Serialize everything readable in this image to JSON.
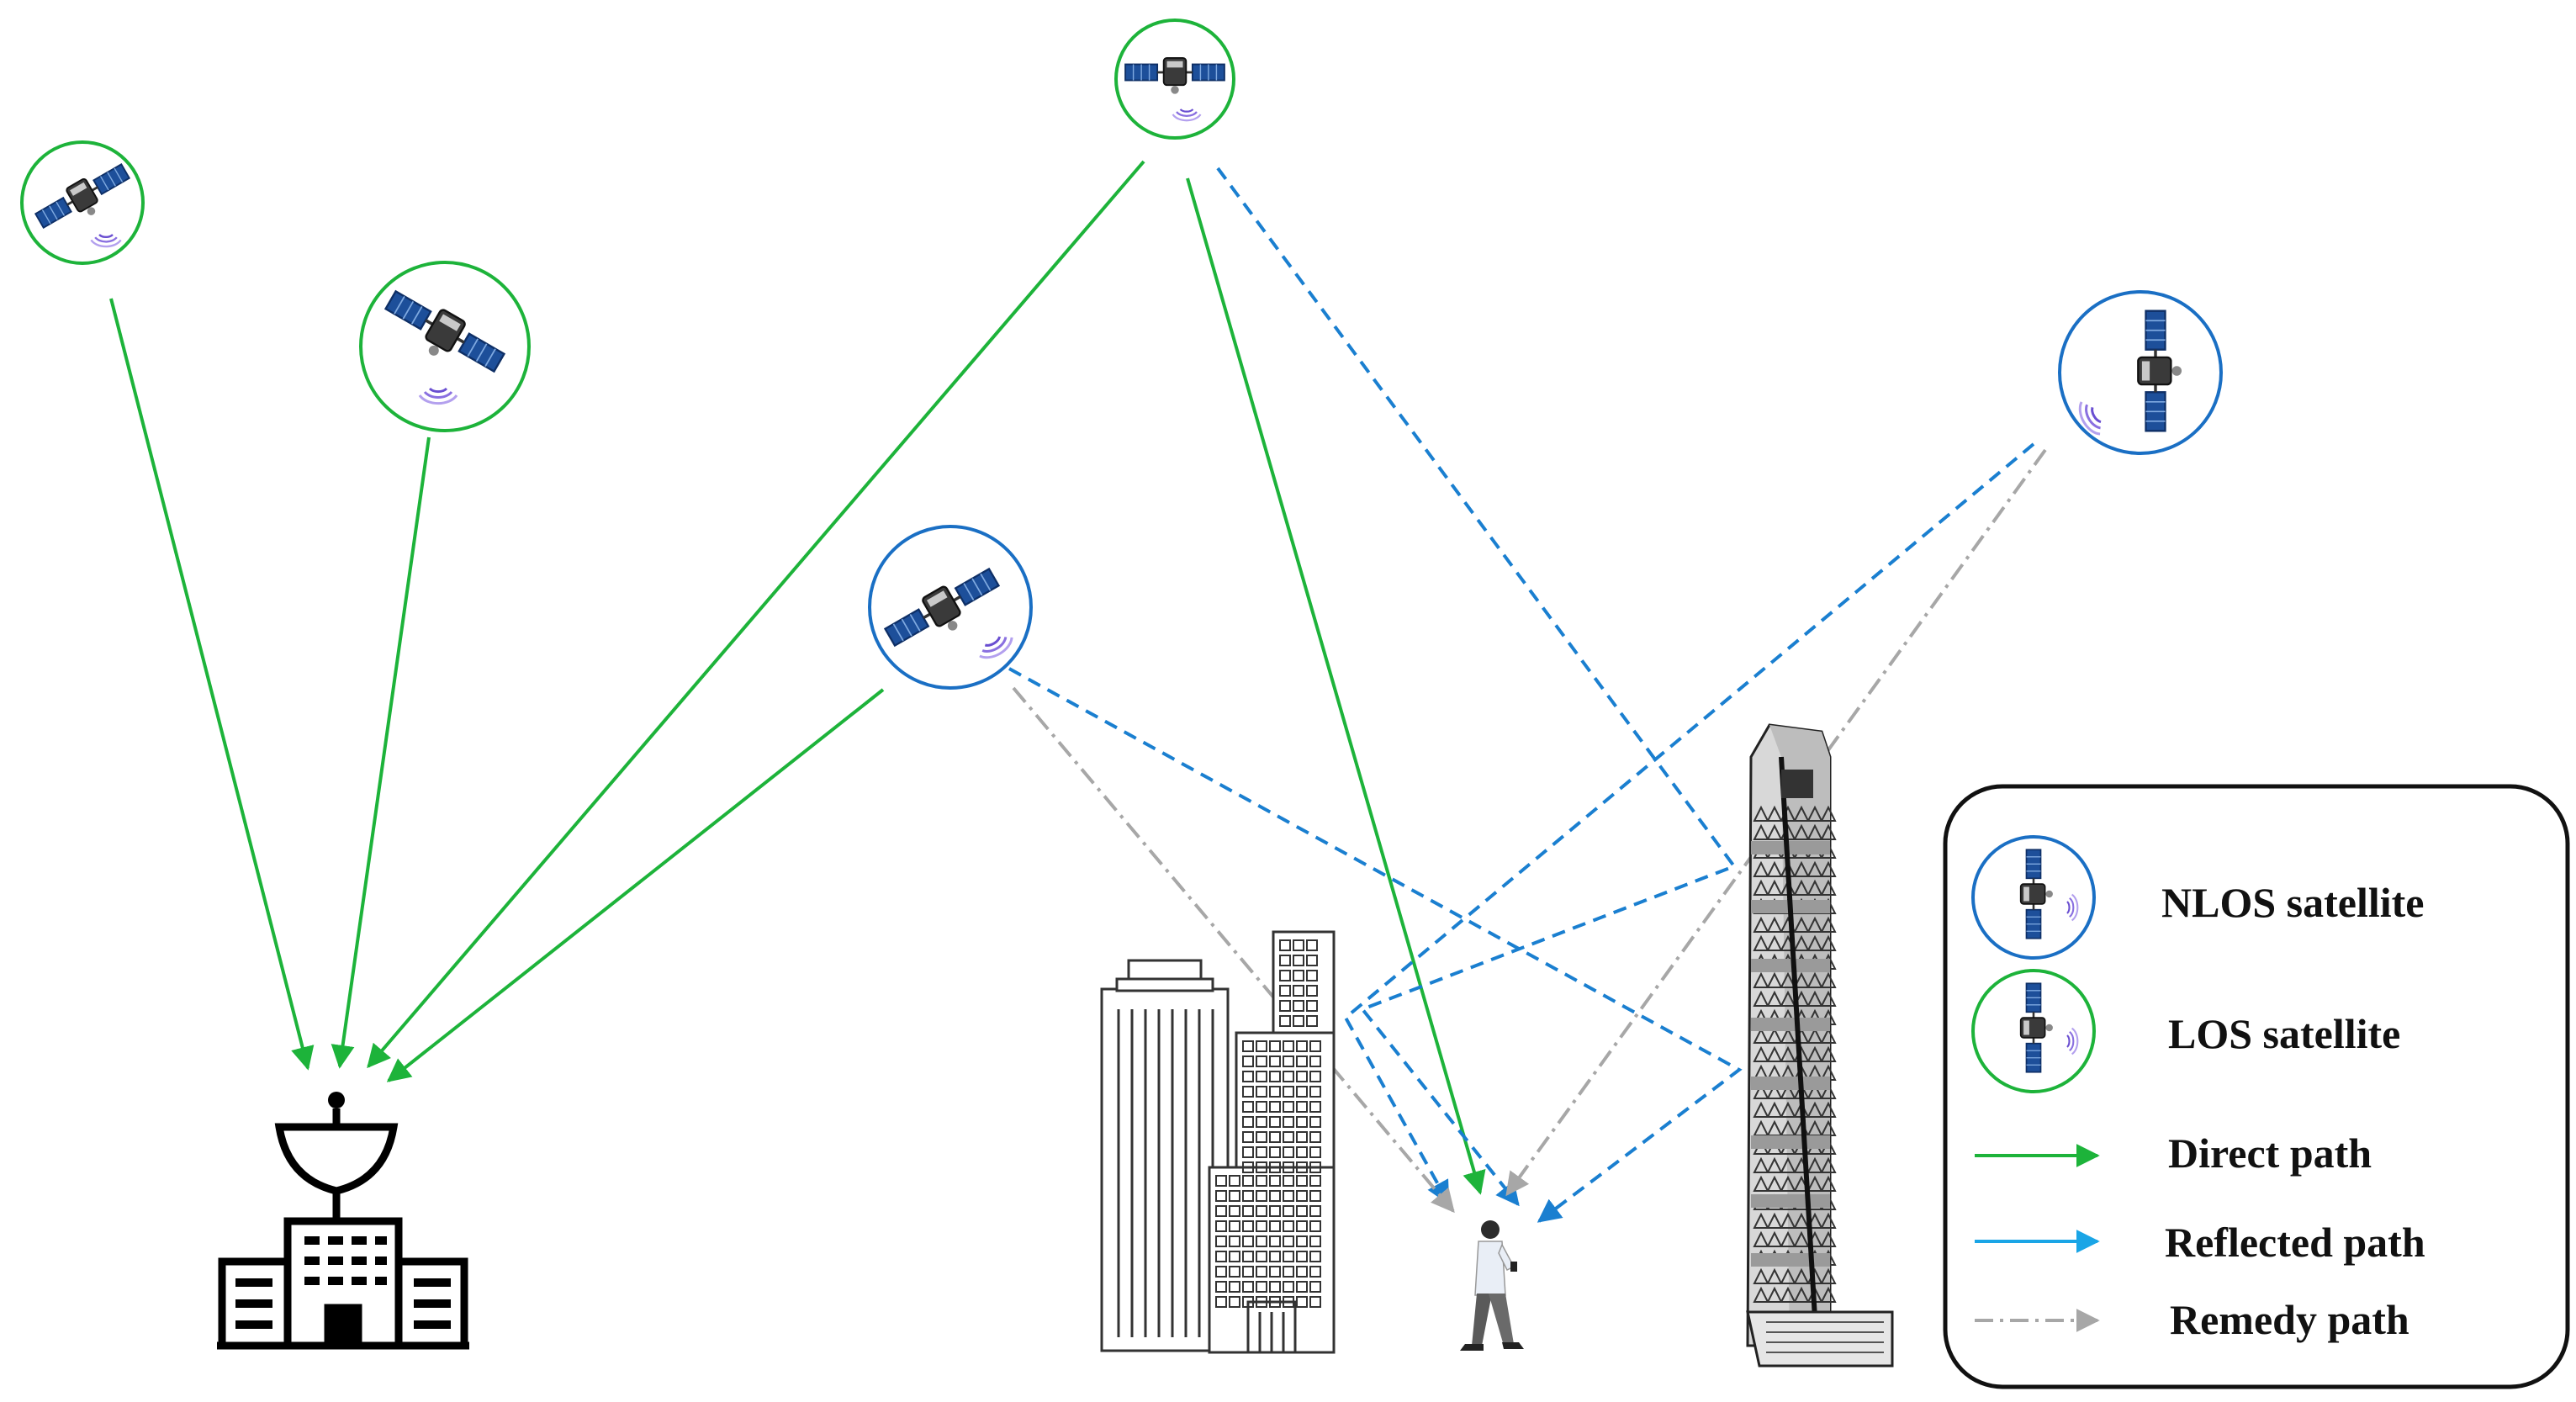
{
  "colors": {
    "los": "#1db33a",
    "nlos": "#1a6fc4",
    "direct": "#1db33a",
    "reflected": "#1a7fd0",
    "reflected_legend": "#1aa5e6",
    "remedy": "#a7a7a7",
    "building": "#222222",
    "panel": "#1d4f9a"
  },
  "satellites": [
    {
      "id": "sat-a",
      "type": "LOS"
    },
    {
      "id": "sat-b",
      "type": "LOS"
    },
    {
      "id": "sat-c",
      "type": "LOS"
    },
    {
      "id": "sat-d",
      "type": "NLOS"
    },
    {
      "id": "sat-e",
      "type": "NLOS"
    }
  ],
  "legend": {
    "items": [
      {
        "key": "nlos",
        "label": "NLOS satellite",
        "symbol": "satellite-blue"
      },
      {
        "key": "los",
        "label": "LOS satellite",
        "symbol": "satellite-green"
      },
      {
        "key": "direct",
        "label": "Direct path",
        "symbol": "solid-arrow"
      },
      {
        "key": "reflected",
        "label": "Reflected path",
        "symbol": "solid-arrow-lightblue"
      },
      {
        "key": "remedy",
        "label": "Remedy path",
        "symbol": "dashdot-arrow"
      }
    ]
  },
  "icons": {
    "ground_station": "ground-station-icon",
    "pedestrian": "pedestrian-icon",
    "office_building": "office-building-icon",
    "skyscraper": "skyscraper-icon"
  }
}
